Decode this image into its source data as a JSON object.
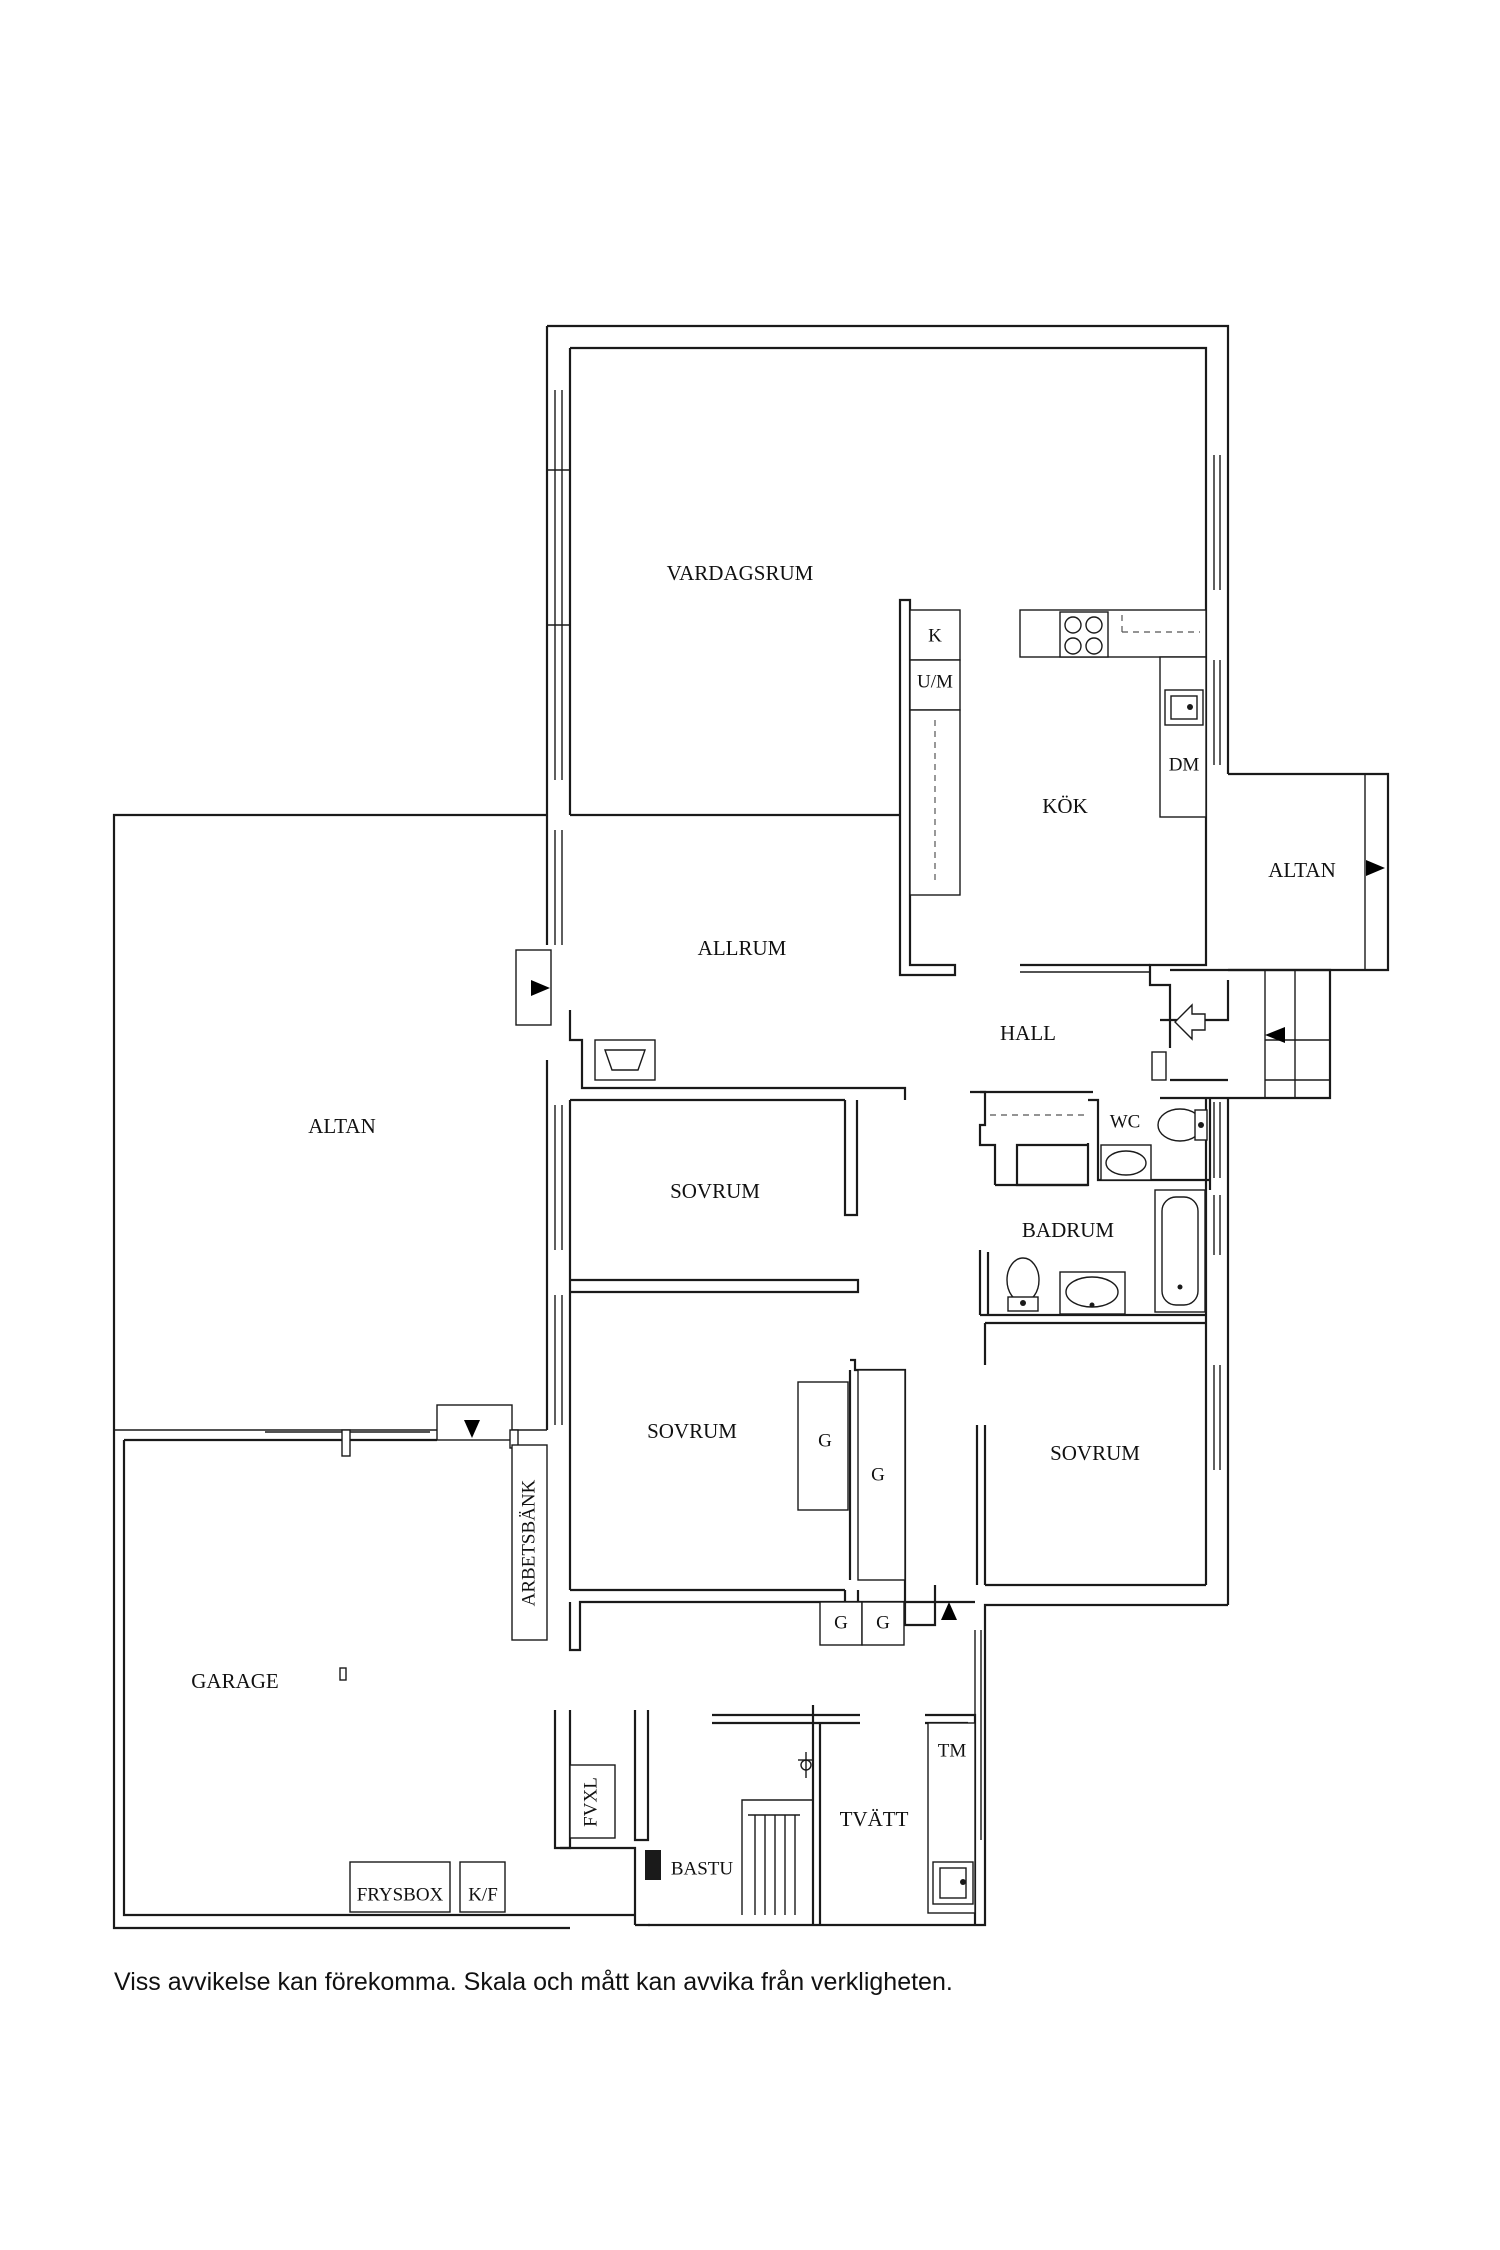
{
  "rooms": {
    "vardagsrum": "VARDAGSRUM",
    "kok": "KÖK",
    "k": "K",
    "um": "U/M",
    "dm": "DM",
    "altan_east": "ALTAN",
    "allrum": "ALLRUM",
    "hall": "HALL",
    "altan_west": "ALTAN",
    "sovrum_1": "SOVRUM",
    "wc": "WC",
    "badrum": "BADRUM",
    "sovrum_2": "SOVRUM",
    "g_1": "G",
    "g_2": "G",
    "sovrum_3": "SOVRUM",
    "arbetsbank": "ARBETSBÄNK",
    "garage": "GARAGE",
    "g_3": "G",
    "g_4": "G",
    "tm": "TM",
    "tvatt": "TVÄTT",
    "fvxl": "FVXL",
    "bastu": "BASTU",
    "frysbox": "FRYSBOX",
    "kf": "K/F"
  },
  "disclaimer": "Viss avvikelse kan förekomma. Skala och mått kan avvika från verkligheten.",
  "colors": {
    "line": "#1a1a1a",
    "background": "#ffffff"
  }
}
